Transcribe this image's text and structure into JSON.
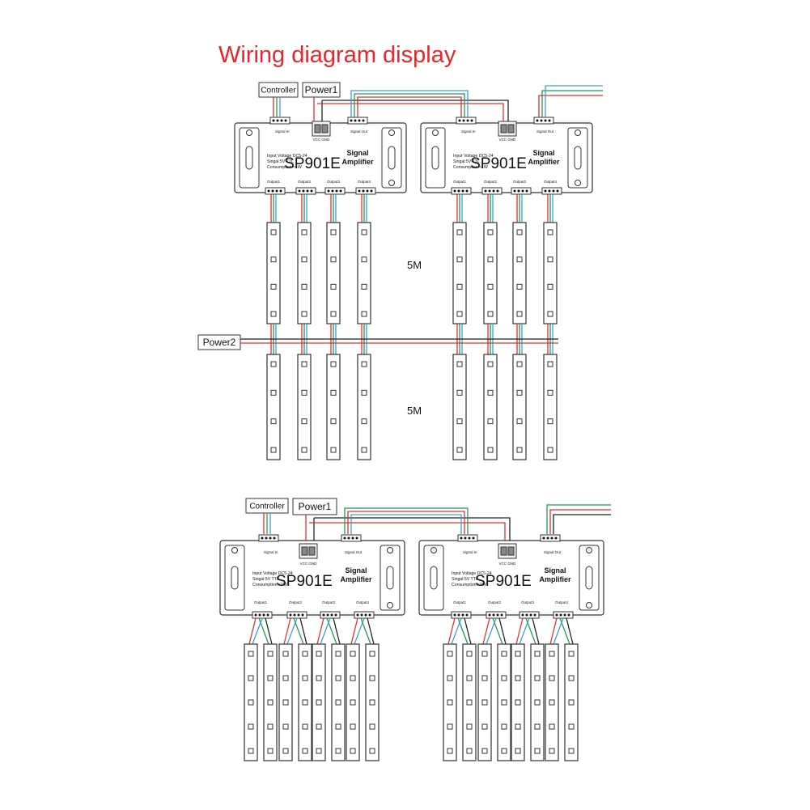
{
  "title": "Wiring diagram display",
  "colors": {
    "title": "#e8262a",
    "wire_red": "#e03030",
    "wire_green": "#1f9a5a",
    "wire_blue": "#3aa0d8",
    "wire_black": "#222222",
    "outline": "#333333"
  },
  "labels": {
    "controller": "Controller",
    "power1": "Power1",
    "power2": "Power2",
    "length": "5M"
  },
  "amplifier": {
    "model": "SP901E",
    "name_line1": "Signal",
    "name_line2": "Amplifier",
    "spec_line1": "Input Voltage DC5-24",
    "spec_line2": "Singal:5V TTL",
    "spec_line3": "Consumption:<1W",
    "signal_in": "Signal In",
    "signal_out": "Signal Out",
    "vcc_gnd": "VCC GND",
    "outputs": [
      "Output1",
      "Output2",
      "Output3",
      "Output4"
    ]
  },
  "icons": [
    "led-strip-icon",
    "terminal-block-icon",
    "mounting-slot-icon",
    "connector-pin-icon"
  ]
}
